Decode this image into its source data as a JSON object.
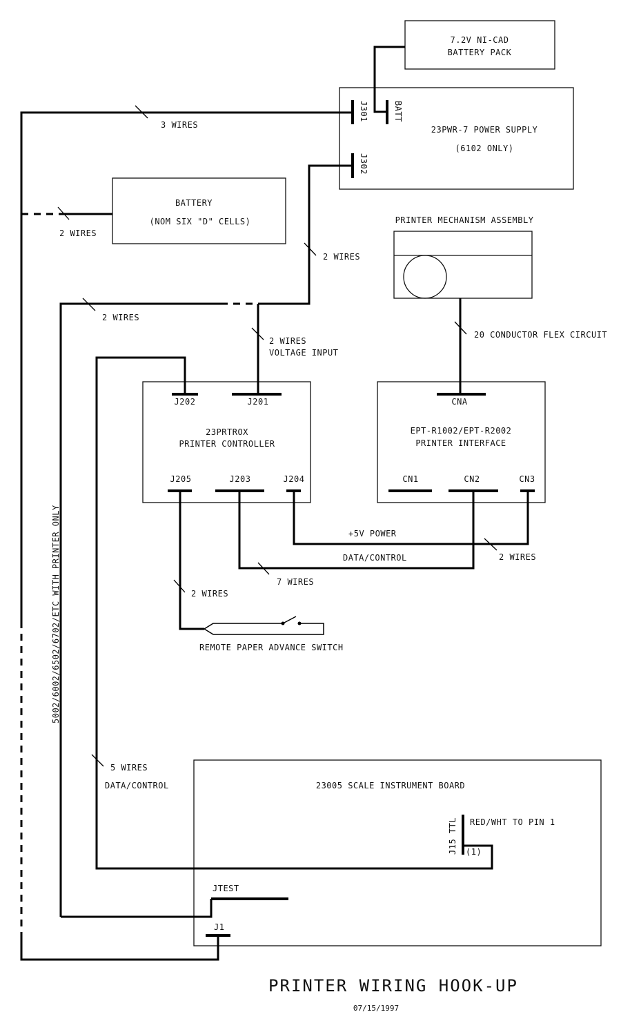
{
  "title": "PRINTER WIRING HOOK-UP",
  "date": "07/15/1997",
  "components": {
    "nicad_pack": {
      "line1": "7.2V NI-CAD",
      "line2": "BATTERY PACK"
    },
    "power_supply": {
      "line1": "23PWR-7 POWER SUPPLY",
      "line2": "(6102 ONLY)",
      "j301": "J301",
      "j302": "J302",
      "batt": "BATT"
    },
    "battery": {
      "line1": "BATTERY",
      "line2": "(NOM SIX \"D\" CELLS)"
    },
    "printer_mechanism": {
      "label": "PRINTER MECHANISM ASSEMBLY"
    },
    "printer_controller": {
      "line1": "23PRTROX",
      "line2": "PRINTER CONTROLLER",
      "j202": "J202",
      "j201": "J201",
      "j205": "J205",
      "j203": "J203",
      "j204": "J204"
    },
    "printer_interface": {
      "line1": "EPT-R1002/EPT-R2002",
      "line2": "PRINTER INTERFACE",
      "cna": "CNA",
      "cn1": "CN1",
      "cn2": "CN2",
      "cn3": "CN3"
    },
    "scale_board": {
      "label": "23005 SCALE INSTRUMENT BOARD",
      "j15": "J15 TTL",
      "pin": "(1)",
      "pin_note": "RED/WHT TO PIN 1",
      "jtest": "JTEST",
      "j1": "J1"
    },
    "switch": {
      "label": "REMOTE PAPER ADVANCE SWITCH"
    }
  },
  "wire_labels": {
    "three_wires": "3 WIRES",
    "battery_wires": "2 WIRES",
    "j302_wires": "2 WIRES",
    "left_wires": "2 WIRES",
    "voltage_wires": "2 WIRES",
    "voltage_input": "VOLTAGE INPUT",
    "flex": "20 CONDUCTOR FLEX CIRCUIT",
    "power_5v": "+5V POWER",
    "data_control": "DATA/CONTROL",
    "cn3_wires": "2 WIRES",
    "seven_wires": "7 WIRES",
    "switch_wires": "2 WIRES",
    "five_wires": "5 WIRES",
    "five_data_control": "DATA/CONTROL",
    "vertical_note": "5002/6002/6502/6702/ETC WITH PRINTER ONLY"
  }
}
